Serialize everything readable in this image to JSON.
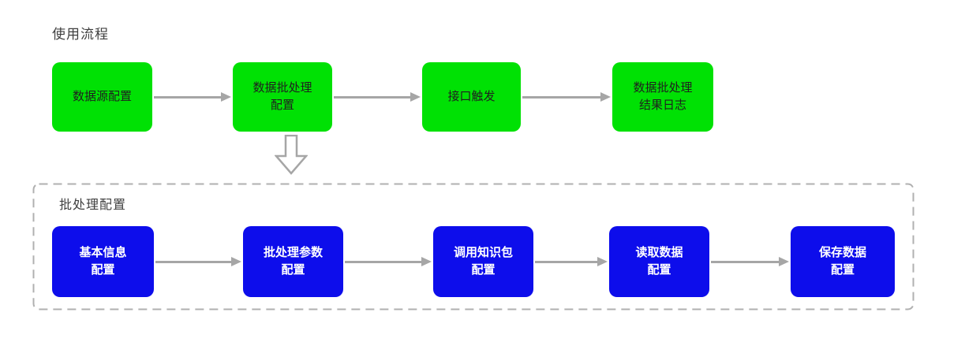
{
  "title": "使用流程",
  "colors": {
    "background": "#ffffff",
    "node_green": "#00e104",
    "node_blue": "#0d0deb",
    "arrow_gray": "#a6a6a6",
    "dashed_border": "#b0b0b0",
    "heading_text": "#3f3f3f",
    "green_node_text": "#1f1f1f",
    "blue_node_text": "#ffffff"
  },
  "top_flow": {
    "nodes": [
      {
        "label": "数据源配置"
      },
      {
        "label": "数据批处理\n配置"
      },
      {
        "label": "接口触发"
      },
      {
        "label": "数据批处理\n结果日志"
      }
    ]
  },
  "batch_section": {
    "label": "批处理配置",
    "nodes": [
      {
        "label": "基本信息\n配置"
      },
      {
        "label": "批处理参数\n配置"
      },
      {
        "label": "调用知识包\n配置"
      },
      {
        "label": "读取数据\n配置"
      },
      {
        "label": "保存数据\n配置"
      }
    ]
  },
  "icons": {
    "down_arrow": "hollow-down-arrow",
    "flow_arrow": "solid-right-arrow"
  }
}
